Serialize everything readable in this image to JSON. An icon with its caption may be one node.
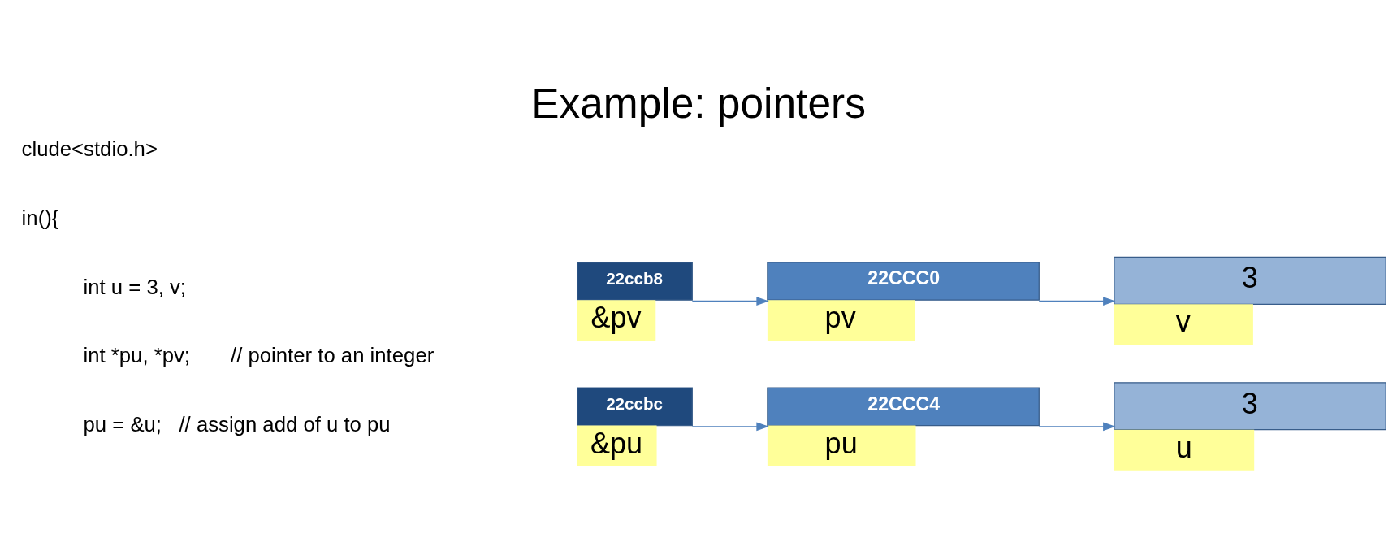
{
  "diagram": {
    "title": "Example: pointers",
    "nodes": [
      {
        "text": [
          "22ccbc",
          "&pu"
        ]
      },
      {
        "text": [
          "22CCC4",
          "pu"
        ]
      },
      {
        "text": [
          "3",
          "u"
        ]
      },
      {
        "text": [
          "22ccb8",
          "&pv"
        ]
      },
      {
        "text": [
          "22CCC0",
          "pv"
        ]
      },
      {
        "text": [
          "3",
          "v"
        ]
      }
    ],
    "edges": [
      {
        "from": 0,
        "to": 1,
        "arrow": "to"
      },
      {
        "from": 1,
        "to": 2,
        "arrow": "to"
      },
      {
        "from": 3,
        "to": 4,
        "arrow": "to"
      },
      {
        "from": 4,
        "to": 5,
        "arrow": "to"
      }
    ],
    "labels": [
      "clude<stdio.h>",
      "in(){",
      "int u = 3, v;",
      "int *pu, *pv;       // pointer to an integer",
      "pu = &u;   // assign add of u to pu"
    ]
  }
}
